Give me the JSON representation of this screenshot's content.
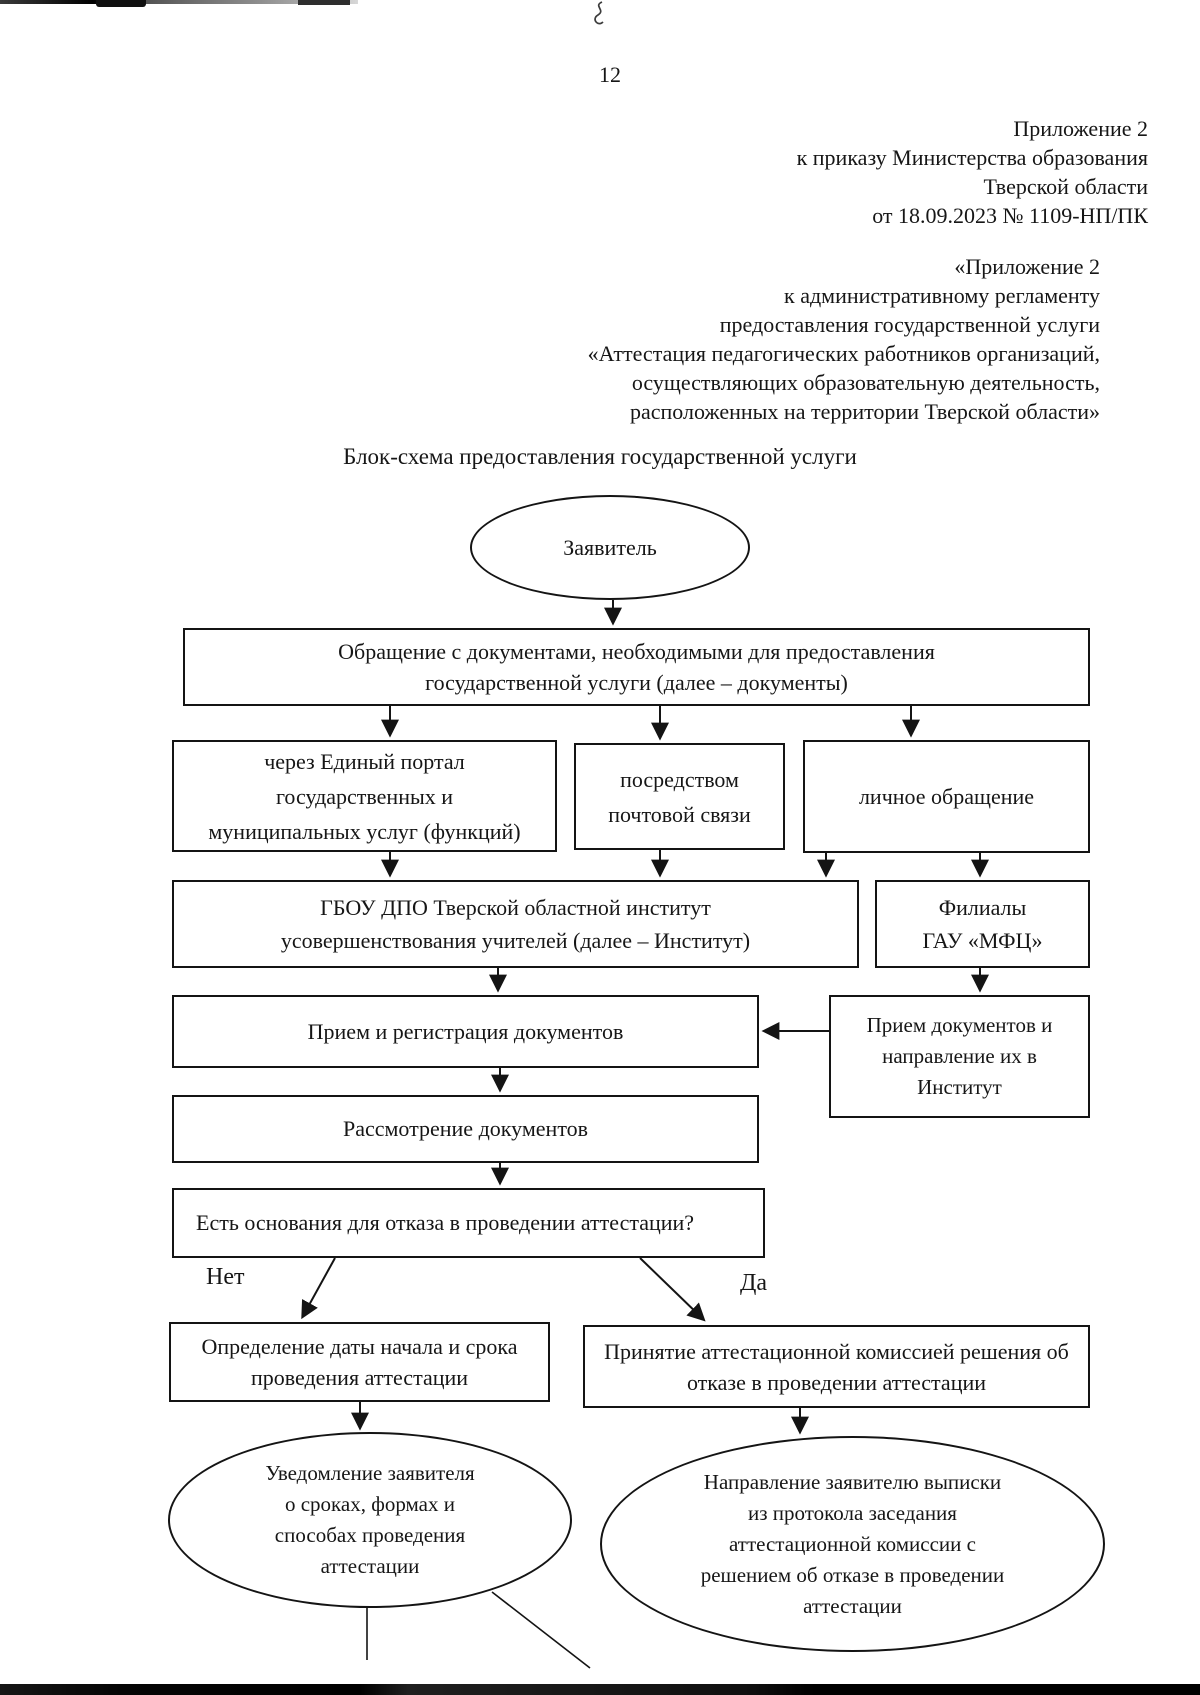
{
  "page": {
    "number": "12"
  },
  "header": {
    "order_block": "Приложение 2\nк приказу Министерства образования\nТверской области\nот 18.09.2023 № 1109-НП/ПК",
    "regulation_block": "«Приложение 2\nк административному регламенту\nпредоставления государственной услуги\n«Аттестация педагогических работников организаций,\nосуществляющих образовательную деятельность,\nрасположенных на территории Тверской области»"
  },
  "title": "Блок-схема предоставления государственной услуги",
  "flowchart": {
    "start": "Заявитель",
    "request": "Обращение с документами, необходимыми для предоставления\nгосударственной услуги (далее – документы)",
    "channel_portal": "через Единый портал\nгосударственных и\nмуниципальных услуг (функций)",
    "channel_mail": "посредством\nпочтовой связи",
    "channel_personal": "личное обращение",
    "institute": "ГБОУ ДПО Тверской областной институт\nусовершенствования учителей (далее – Институт)",
    "mfc": "Филиалы\nГАУ «МФЦ»",
    "reception": "Прием и регистрация документов",
    "mfc_forwarding": "Прием документов и\nнаправление их в\nИнститут",
    "review": "Рассмотрение документов",
    "decision": "Есть основания для отказа в проведении аттестации?",
    "label_no": "Нет",
    "label_yes": "Да",
    "no_branch": "Определение даты начала и срока\nпроведения аттестации",
    "yes_branch": "Принятие аттестационной комиссией решения об\nотказе в проведении аттестации",
    "no_result": "Уведомление заявителя\nо сроках, формах и\nспособах проведения\nаттестации",
    "yes_result": "Направление заявителю выписки\nиз протокола заседания\nаттестационной комиссии с\nрешением об отказе в проведении\nаттестации"
  }
}
